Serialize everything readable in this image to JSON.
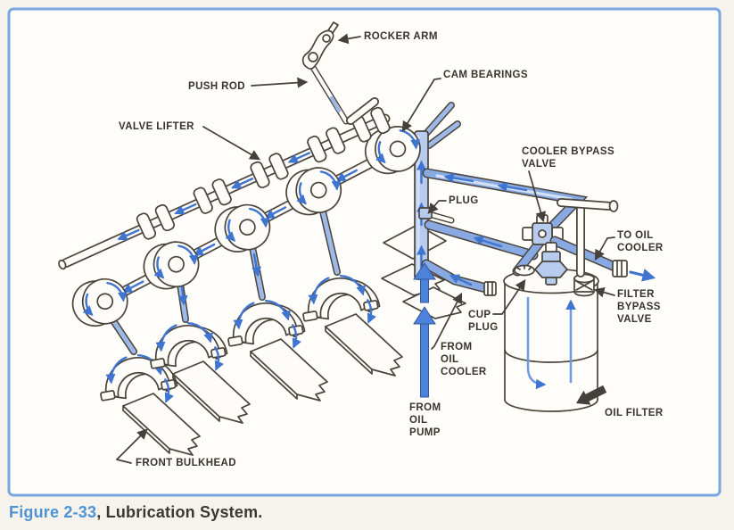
{
  "figure": {
    "caption": {
      "figure_label": "Figure 2-33",
      "title_rest": ", Lubrication System."
    }
  },
  "labels": {
    "rocker_arm": "ROCKER ARM",
    "push_rod": "PUSH ROD",
    "valve_lifter": "VALVE LIFTER",
    "cam_bearings": "CAM BEARINGS",
    "cooler_bypass_valve": {
      "line1": "COOLER BYPASS",
      "line2": "VALVE"
    },
    "plug": "PLUG",
    "to_oil_cooler": {
      "line1": "TO OIL",
      "line2": "COOLER"
    },
    "filter_bypass_valve": {
      "line1": "FILTER",
      "line2": "BYPASS",
      "line3": "VALVE"
    },
    "cup_plug": {
      "line1": "CUP",
      "line2": "PLUG"
    },
    "from_oil_cooler": {
      "line1": "FROM",
      "line2": "OIL",
      "line3": "COOLER"
    },
    "from_oil_pump": {
      "line1": "FROM",
      "line2": "OIL",
      "line3": "PUMP"
    },
    "oil_filter": "OIL FILTER",
    "front_bulkhead": "FRONT BULKHEAD"
  },
  "colors": {
    "frame_border": "#79a6e0",
    "panel_background": "#fefdf9",
    "page_background": "#f6f3ed",
    "outline": "#4b443b",
    "oil_flow_blue": "#3f74d0",
    "pipe_fill_blue": "#b7cbee",
    "pump_arrow_blue": "#4c82da",
    "label_text": "#38332d",
    "caption_blue": "#4f93d5",
    "caption_text": "#3b3732"
  }
}
